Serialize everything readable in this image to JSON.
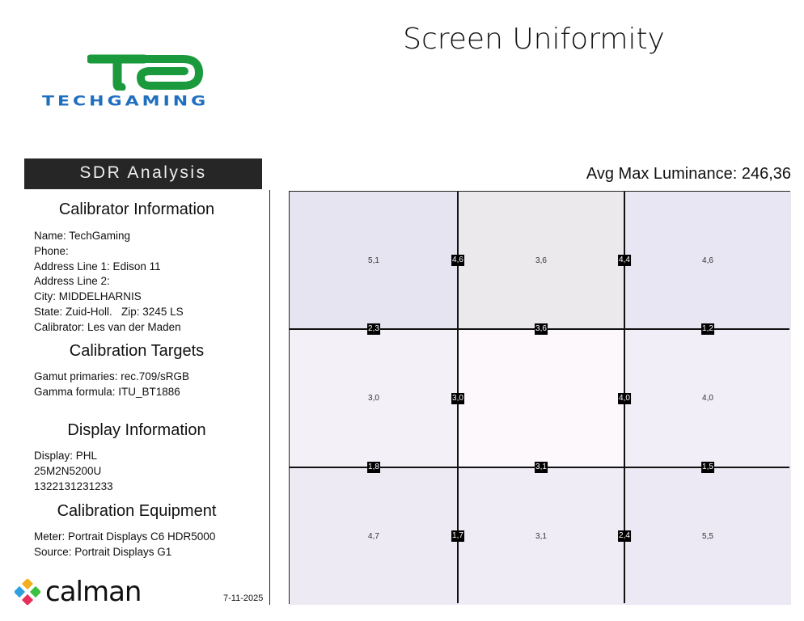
{
  "header": {
    "title": "Screen Uniformity",
    "logo_text": "TECHGAMING",
    "logo_mark": "TG"
  },
  "section_banner": "SDR Analysis",
  "calibrator": {
    "heading": "Calibrator Information",
    "lines": [
      "Name: TechGaming",
      "Phone:",
      "Address Line 1: Edison 11",
      "Address Line 2:",
      "City: MIDDELHARNIS",
      "State: Zuid-Holl.   Zip: 3245 LS",
      "Calibrator: Les van der Maden"
    ]
  },
  "targets": {
    "heading": "Calibration Targets",
    "lines": [
      "Gamut primaries: rec.709/sRGB",
      "Gamma formula: ITU_BT1886"
    ]
  },
  "display": {
    "heading": "Display Information",
    "lines": [
      "Display: PHL",
      "25M2N5200U",
      "1322131231233"
    ]
  },
  "equipment": {
    "heading": "Calibration Equipment",
    "lines": [
      "Meter: Portrait Displays C6 HDR5000",
      "Source: Portrait Displays G1"
    ]
  },
  "footer": {
    "brand": "calman",
    "date": "7-11-2025"
  },
  "uniformity": {
    "avg_label": "Avg Max Luminance: 246,36",
    "cells": [
      [
        "5,1",
        "3,6",
        "4,6"
      ],
      [
        "3,0",
        "",
        "4,0"
      ],
      [
        "4,7",
        "3,1",
        "5,5"
      ]
    ],
    "cell_colors": [
      [
        "#e6e4f0",
        "#ebe9ec",
        "#e8e6f2"
      ],
      [
        "#f4f0f8",
        "#fcf8fc",
        "#f2eef8"
      ],
      [
        "#eeeaf4",
        "#f0ecf6",
        "#ece8f4"
      ]
    ],
    "vertical_edges": [
      [
        "4,6",
        "4,4"
      ],
      [
        "3,0",
        "4,0"
      ],
      [
        "1,7",
        "2,4"
      ]
    ],
    "horizontal_edges": [
      [
        "2,3",
        "3,6",
        "1,2"
      ],
      [
        "1,8",
        "3,1",
        "1,5"
      ]
    ]
  }
}
